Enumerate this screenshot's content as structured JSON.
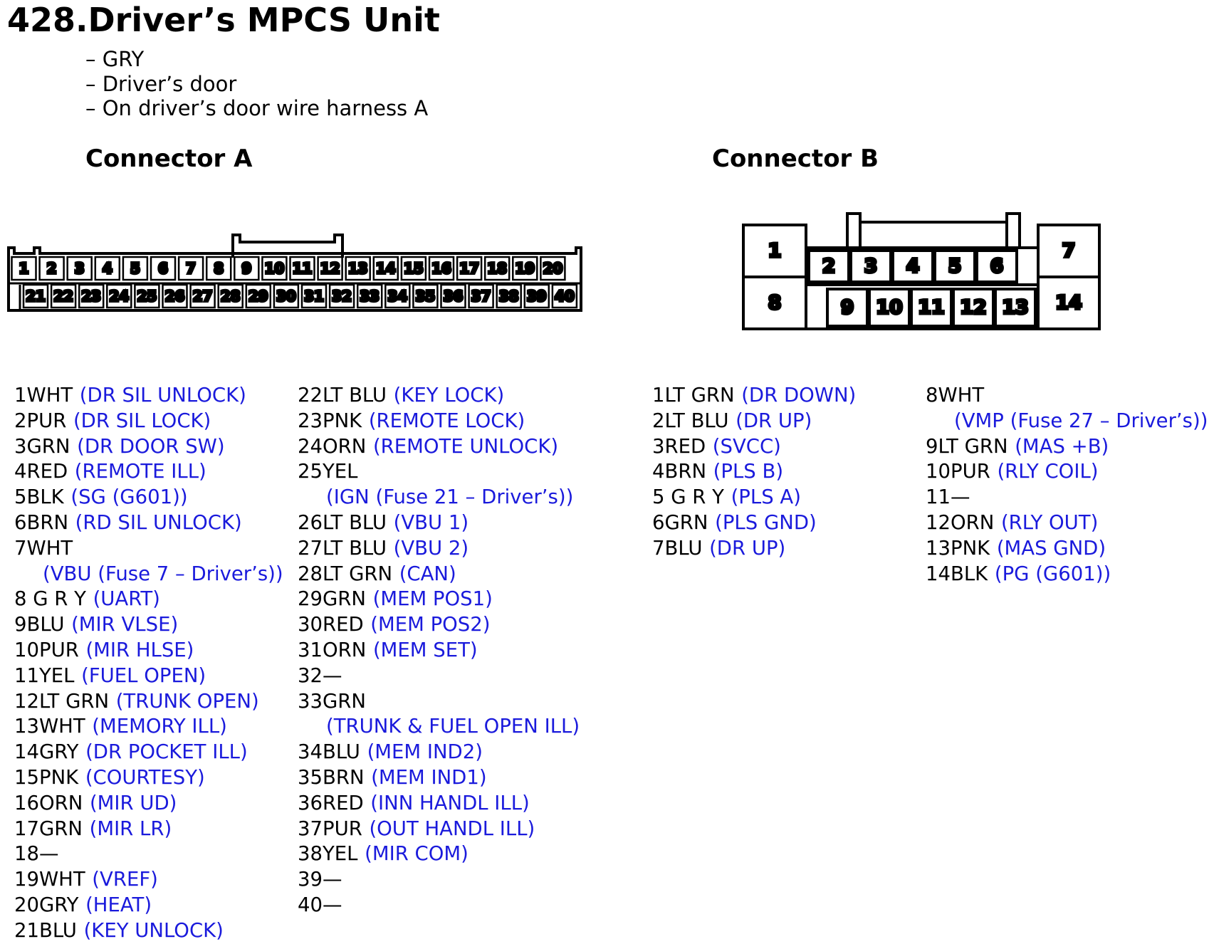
{
  "header": {
    "title": "428.Driver’s MPCS Unit",
    "info_lines": [
      "– GRY",
      "– Driver’s door",
      "– On driver’s door wire harness A"
    ]
  },
  "connector_a": {
    "title": "Connector A",
    "top_row": [
      "1",
      "2",
      "3",
      "4",
      "5",
      "6",
      "7",
      "8",
      "9",
      "10",
      "11",
      "12",
      "13",
      "14",
      "15",
      "16",
      "17",
      "18",
      "19",
      "20"
    ],
    "bottom_row": [
      "21",
      "22",
      "23",
      "24",
      "25",
      "26",
      "27",
      "28",
      "29",
      "30",
      "31",
      "32",
      "33",
      "34",
      "35",
      "36",
      "37",
      "38",
      "39",
      "40"
    ]
  },
  "connector_b": {
    "title": "Connector B",
    "pins": [
      "1",
      "2",
      "3",
      "4",
      "5",
      "6",
      "7",
      "8",
      "9",
      "10",
      "11",
      "12",
      "13",
      "14"
    ]
  },
  "pinouts_a_col1": [
    {
      "wire": "1WHT",
      "func": "(DR SIL UNLOCK)"
    },
    {
      "wire": "2PUR",
      "func": "(DR SIL LOCK)"
    },
    {
      "wire": "3GRN",
      "func": "(DR DOOR SW)"
    },
    {
      "wire": "4RED",
      "func": "(REMOTE ILL)"
    },
    {
      "wire": "5BLK",
      "func": "(SG (G601))"
    },
    {
      "wire": "6BRN",
      "func": "(RD SIL UNLOCK)"
    },
    {
      "wire": "7WHT",
      "func": "(VBU (Fuse 7 – Driver’s))",
      "wrap": true
    },
    {
      "wire": "8 G R Y",
      "func": "(UART)"
    },
    {
      "wire": "9BLU",
      "func": "(MIR VLSE)"
    },
    {
      "wire": "10PUR",
      "func": "(MIR HLSE)"
    },
    {
      "wire": "11YEL",
      "func": "(FUEL OPEN)"
    },
    {
      "wire": "12LT GRN",
      "func": "(TRUNK OPEN)"
    },
    {
      "wire": "13WHT",
      "func": "(MEMORY ILL)"
    },
    {
      "wire": "14GRY",
      "func": "(DR POCKET ILL)"
    },
    {
      "wire": "15PNK",
      "func": "(COURTESY)"
    },
    {
      "wire": "16ORN",
      "func": "(MIR UD)"
    },
    {
      "wire": "17GRN",
      "func": "(MIR LR)"
    },
    {
      "wire": "18—",
      "func": ""
    },
    {
      "wire": "19WHT",
      "func": "(VREF)"
    },
    {
      "wire": "20GRY",
      "func": "(HEAT)"
    },
    {
      "wire": "21BLU",
      "func": "(KEY UNLOCK)"
    }
  ],
  "pinouts_a_col2": [
    {
      "wire": "22LT BLU",
      "func": "(KEY LOCK)"
    },
    {
      "wire": "23PNK",
      "func": "(REMOTE LOCK)"
    },
    {
      "wire": "24ORN",
      "func": "(REMOTE UNLOCK)"
    },
    {
      "wire": "25YEL",
      "func": "(IGN (Fuse 21 – Driver’s))",
      "wrap": true
    },
    {
      "wire": "26LT BLU",
      "func": "(VBU 1)"
    },
    {
      "wire": "27LT BLU",
      "func": "(VBU 2)"
    },
    {
      "wire": "28LT GRN",
      "func": "(CAN)"
    },
    {
      "wire": "29GRN",
      "func": "(MEM POS1)"
    },
    {
      "wire": "30RED",
      "func": "(MEM POS2)"
    },
    {
      "wire": "31ORN",
      "func": "(MEM SET)"
    },
    {
      "wire": "32—",
      "func": ""
    },
    {
      "wire": "33GRN",
      "func": "(TRUNK & FUEL OPEN ILL)",
      "wrap": true
    },
    {
      "wire": "34BLU",
      "func": "(MEM IND2)"
    },
    {
      "wire": "35BRN",
      "func": "(MEM IND1)"
    },
    {
      "wire": "36RED",
      "func": "(INN HANDL ILL)"
    },
    {
      "wire": "37PUR",
      "func": "(OUT HANDL ILL)"
    },
    {
      "wire": "38YEL",
      "func": "(MIR COM)"
    },
    {
      "wire": "39—",
      "func": ""
    },
    {
      "wire": "40—",
      "func": ""
    }
  ],
  "pinouts_b_col1": [
    {
      "wire": "1LT GRN",
      "func": "(DR DOWN)"
    },
    {
      "wire": "2LT BLU",
      "func": "(DR UP)"
    },
    {
      "wire": "3RED",
      "func": "(SVCC)"
    },
    {
      "wire": "4BRN",
      "func": "(PLS B)"
    },
    {
      "wire": "5 G R Y",
      "func": "(PLS A)"
    },
    {
      "wire": "6GRN",
      "func": "(PLS GND)"
    },
    {
      "wire": "7BLU",
      "func": "(DR UP)"
    }
  ],
  "pinouts_b_col2": [
    {
      "wire": "8WHT",
      "func": "(VMP (Fuse 27 – Driver’s))",
      "wrap": true
    },
    {
      "wire": "9LT GRN",
      "func": "(MAS +B)"
    },
    {
      "wire": "10PUR",
      "func": "(RLY COIL)"
    },
    {
      "wire": "11—",
      "func": ""
    },
    {
      "wire": "12ORN",
      "func": "(RLY OUT)"
    },
    {
      "wire": "13PNK",
      "func": "(MAS GND)"
    },
    {
      "wire": "14BLK",
      "func": "(PG (G601))"
    }
  ]
}
